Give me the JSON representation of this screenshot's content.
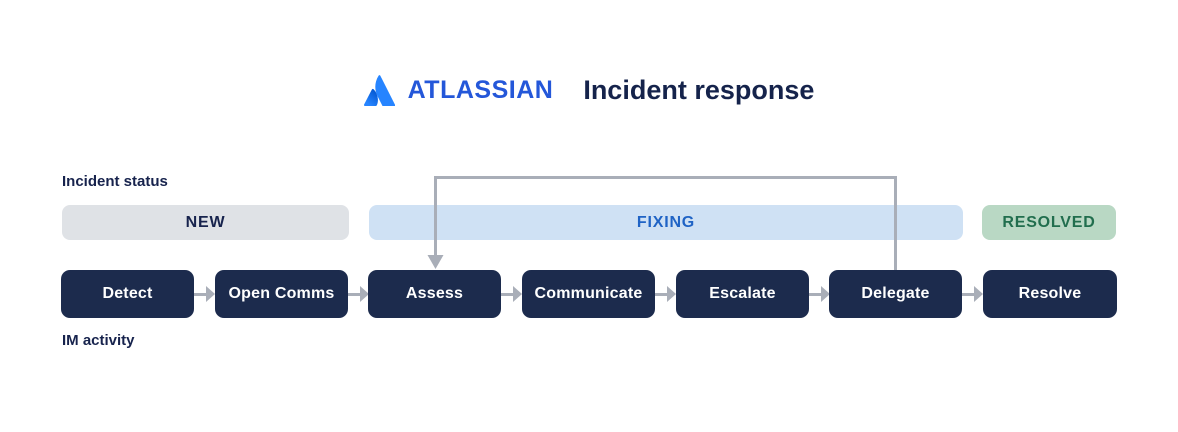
{
  "header": {
    "brand": "ATLASSIAN",
    "title": "Incident response"
  },
  "labels": {
    "status_row": "Incident status",
    "activity_row": "IM activity"
  },
  "statuses": [
    {
      "label": "NEW",
      "bg": "#dfe2e6",
      "text_color": "#17234d"
    },
    {
      "label": "FIXING",
      "bg": "#cfe1f4",
      "text_color": "#1f63c5"
    },
    {
      "label": "RESOLVED",
      "bg": "#b9d8c4",
      "text_color": "#216e4e"
    }
  ],
  "steps": [
    {
      "label": "Detect"
    },
    {
      "label": "Open Comms"
    },
    {
      "label": "Assess"
    },
    {
      "label": "Communicate"
    },
    {
      "label": "Escalate"
    },
    {
      "label": "Delegate"
    },
    {
      "label": "Resolve"
    }
  ],
  "flow": {
    "loop_back": {
      "from": "Delegate",
      "to": "Assess"
    },
    "arrow_color": "#a9aeb8"
  },
  "colors": {
    "step_box_bg": "#1c2b4d",
    "step_box_text": "#ffffff",
    "brand_blue": "#2457d9",
    "logo_blue_light": "#2684ff",
    "logo_blue_dark": "#0052cc",
    "title_navy": "#15234b"
  }
}
